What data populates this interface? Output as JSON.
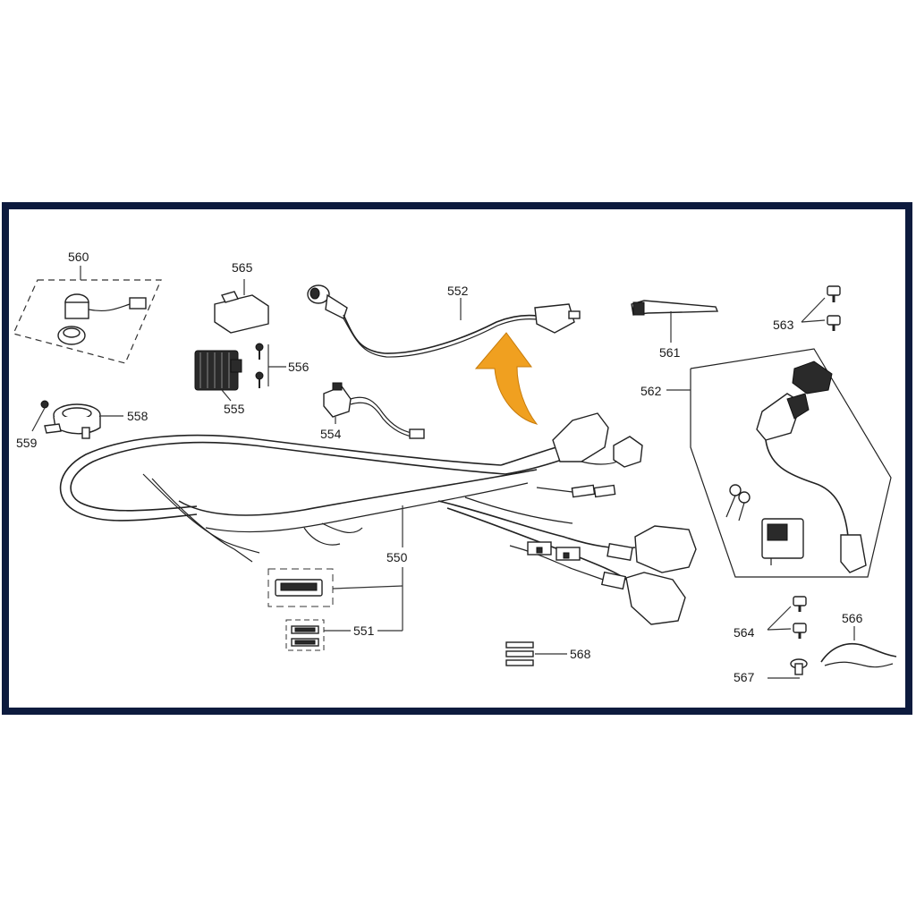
{
  "diagram": {
    "callouts": {
      "c550": "550",
      "c551": "551",
      "c552": "552",
      "c554": "554",
      "c555": "555",
      "c556": "556",
      "c558": "558",
      "c559": "559",
      "c560": "560",
      "c561": "561",
      "c562": "562",
      "c563": "563",
      "c564": "564",
      "c565": "565",
      "c566": "566",
      "c567": "567",
      "c568": "568"
    },
    "colors": {
      "frame": "#0d1b3e",
      "arrow": "#f0a020",
      "line": "#222222"
    },
    "icons": {
      "arrow": "orange-curved-arrow-icon"
    }
  }
}
